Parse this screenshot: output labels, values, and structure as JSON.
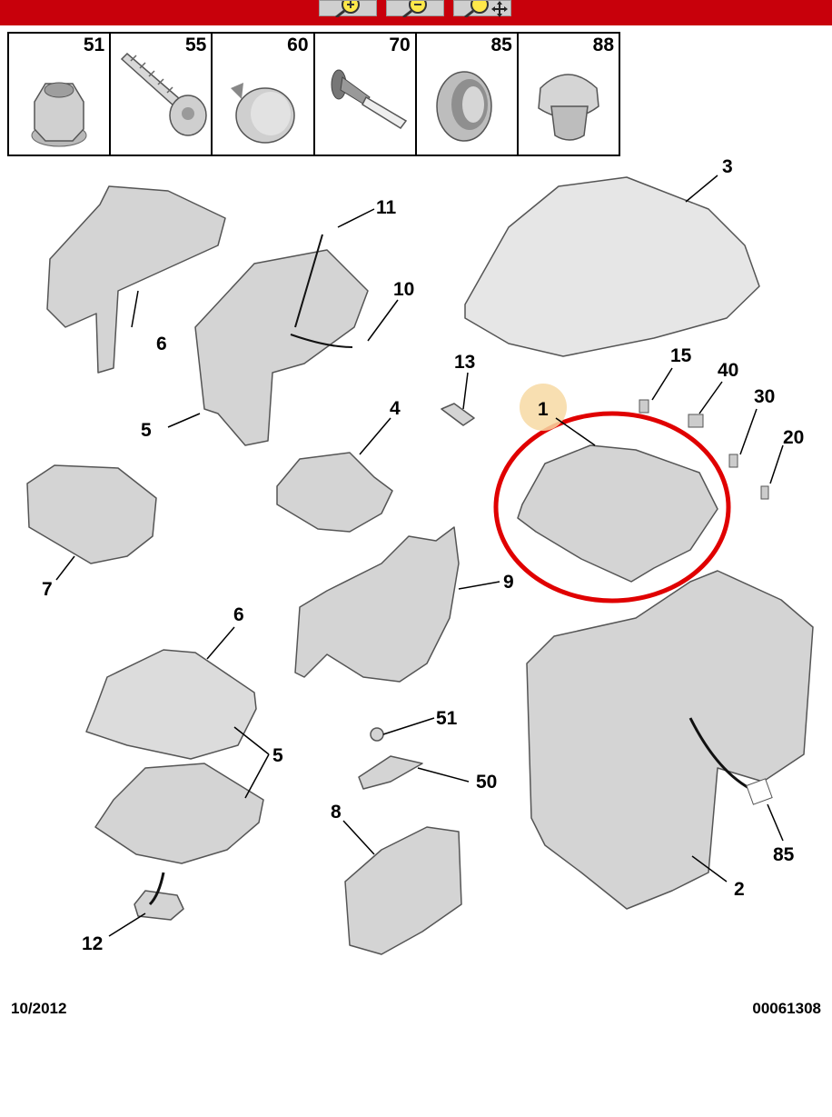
{
  "colors": {
    "toolbar": "#c8000b",
    "highlight_circle": "#e00000",
    "part_fill": "#d4d4d4",
    "callout_badge": "#f7d9a3"
  },
  "toolbar": {
    "buttons": [
      "zoom-in-icon",
      "zoom-out-icon",
      "zoom-pan-icon"
    ]
  },
  "fasteners": [
    {
      "ref": "51",
      "icon": "flange-nut-icon"
    },
    {
      "ref": "55",
      "icon": "screw-icon"
    },
    {
      "ref": "60",
      "icon": "plug-cap-icon"
    },
    {
      "ref": "70",
      "icon": "rivet-icon"
    },
    {
      "ref": "85",
      "icon": "grommet-icon"
    },
    {
      "ref": "88",
      "icon": "cap-plug-icon"
    }
  ],
  "callouts": {
    "c1": "1",
    "c2": "2",
    "c3": "3",
    "c4": "4",
    "c5a": "5",
    "c5b": "5",
    "c6a": "6",
    "c6b": "6",
    "c7": "7",
    "c8": "8",
    "c9": "9",
    "c10": "10",
    "c11": "11",
    "c12": "12",
    "c13": "13",
    "c15": "15",
    "c20": "20",
    "c30": "30",
    "c40": "40",
    "c50": "50",
    "c51": "51",
    "c85": "85"
  },
  "footer": {
    "date": "10/2012",
    "reference": "00061308"
  }
}
